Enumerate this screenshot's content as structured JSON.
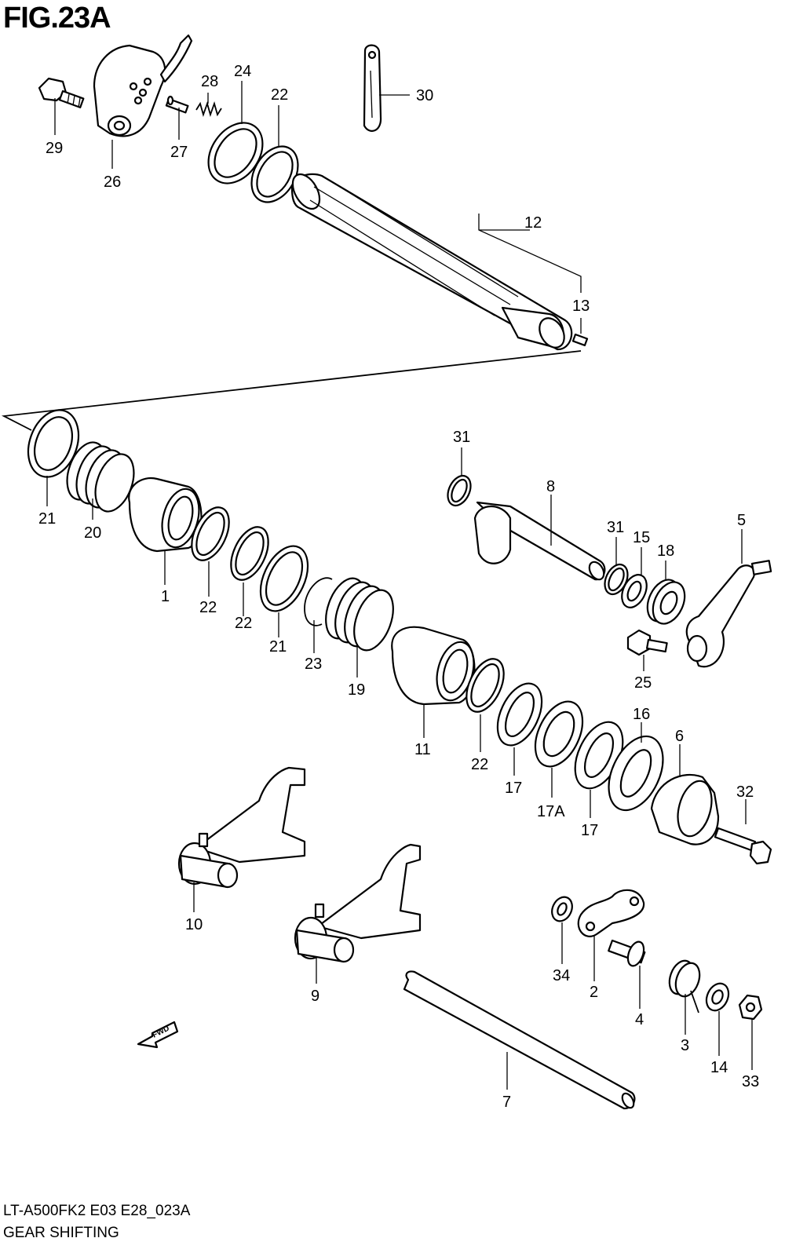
{
  "figure": {
    "title": "FIG.23A",
    "code": "LT-A500FK2 E03 E28_023A",
    "name": "GEAR SHIFTING",
    "direction_label": "FWD"
  },
  "callouts": {
    "c29": "29",
    "c26": "26",
    "c27": "27",
    "c28": "28",
    "c24": "24",
    "c22a": "22",
    "c30": "30",
    "c12": "12",
    "c13": "13",
    "c21a": "21",
    "c20": "20",
    "c1": "1",
    "c22b": "22",
    "c22c": "22",
    "c21b": "21",
    "c23": "23",
    "c19": "19",
    "c11": "11",
    "c22d": "22",
    "c17a": "17",
    "c17A": "17A",
    "c17b": "17",
    "c16": "16",
    "c6": "6",
    "c32": "32",
    "c31a": "31",
    "c8": "8",
    "c31b": "31",
    "c15": "15",
    "c18": "18",
    "c5": "5",
    "c25": "25",
    "c10": "10",
    "c9": "9",
    "c7": "7",
    "c34": "34",
    "c2": "2",
    "c4": "4",
    "c3": "3",
    "c14": "14",
    "c33": "33"
  }
}
